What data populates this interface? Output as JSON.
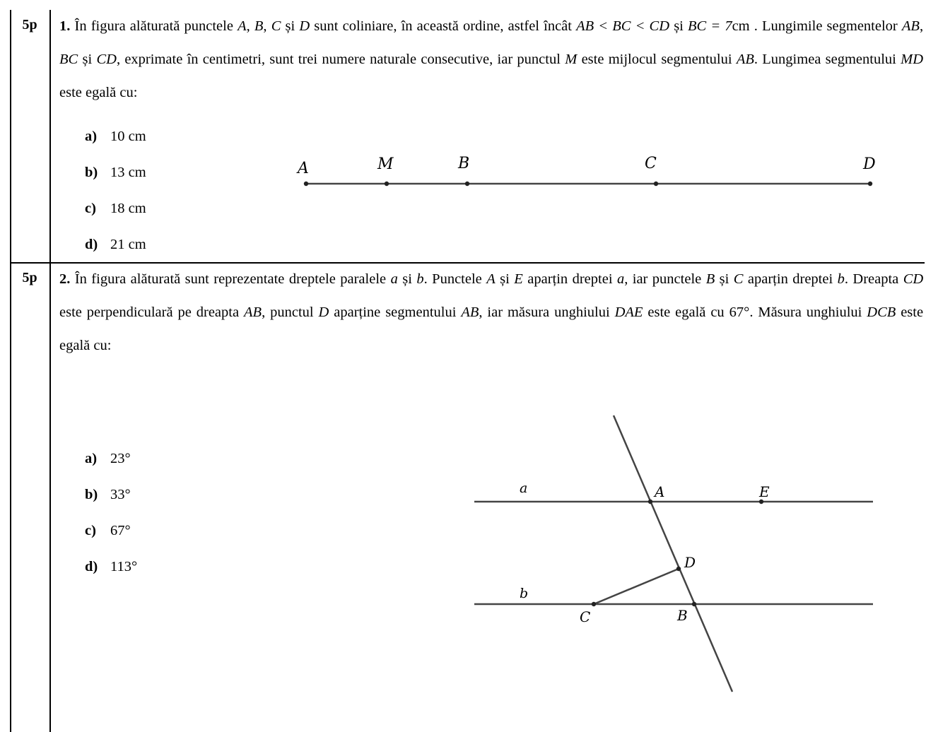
{
  "q1": {
    "points": "5p",
    "number": "1.",
    "t1": "În figura alăturată punctele",
    "t2": "sunt coliniare, în această ordine, astfel încât",
    "t3": "și",
    "t4": "cm . Lungimile segmentelor",
    "t5": ", exprimate în centimetri, sunt trei numere naturale consecutive, iar punctul",
    "t6": "este mijlocul segmentului",
    "t7": ". Lungimea segmentului",
    "t8": "este egală cu:",
    "var_A": "A",
    "var_B": "B",
    "var_C": "C",
    "var_D": "D",
    "var_M": "M",
    "var_AB": "AB",
    "var_BC": "BC",
    "var_CD": "CD",
    "var_MD": "MD",
    "and": "și",
    "inequality": "AB < BC < CD",
    "bc_eq": "BC = 7",
    "options": [
      {
        "letter": "a)",
        "value": "10 cm"
      },
      {
        "letter": "b)",
        "value": "13 cm"
      },
      {
        "letter": "c)",
        "value": "18 cm"
      },
      {
        "letter": "d)",
        "value": "21 cm"
      }
    ],
    "figure_labels": {
      "A": "A",
      "M": "M",
      "B": "B",
      "C": "C",
      "D": "D"
    }
  },
  "q2": {
    "points": "5p",
    "number": "2.",
    "t1": "În figura alăturată sunt reprezentate dreptele paralele",
    "t2": "și",
    "t3": ". Punctele",
    "t4": "și",
    "t5": "aparțin dreptei",
    "t6": ", iar punctele",
    "t7": "și",
    "t8": "aparțin dreptei",
    "t9": ". Dreapta",
    "t10": "este perpendiculară pe dreapta",
    "t11": ", punctul",
    "t12": "aparține segmentului",
    "t13": ", iar măsura unghiului",
    "t14": "este egală cu",
    "t15": ". Măsura unghiului",
    "t16": "este egală cu:",
    "var_a": "a",
    "var_b": "b",
    "var_A": "A",
    "var_E": "E",
    "var_B": "B",
    "var_C": "C",
    "var_CD": "CD",
    "var_AB": "AB",
    "var_D": "D",
    "var_DAE": "DAE",
    "var_DCB": "DCB",
    "angle": "67°",
    "options": [
      {
        "letter": "a)",
        "value": "23°"
      },
      {
        "letter": "b)",
        "value": "33°"
      },
      {
        "letter": "c)",
        "value": "67°"
      },
      {
        "letter": "d)",
        "value": "113°"
      }
    ],
    "figure_labels": {
      "a": "a",
      "b": "b",
      "A": "A",
      "E": "E",
      "D": "D",
      "C": "C",
      "B": "B"
    }
  }
}
